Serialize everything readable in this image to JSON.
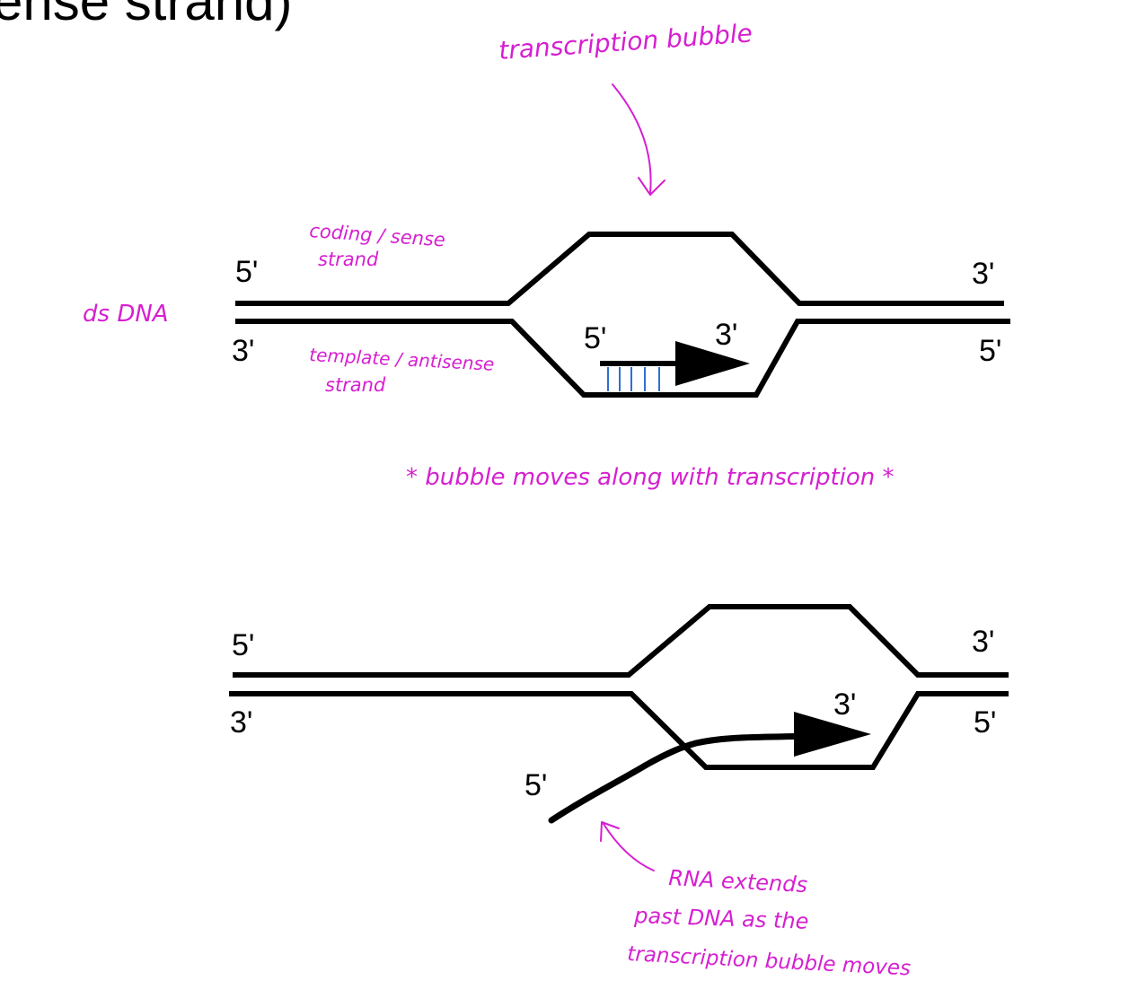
{
  "header": {
    "title_fragment": "ense strand)"
  },
  "annotations": {
    "transcription_bubble": "transcription bubble",
    "coding_strand_line1": "coding / sense",
    "coding_strand_line2": "strand",
    "dsdna": "ds DNA",
    "template_strand_line1": "template / antisense",
    "template_strand_line2": "strand",
    "bubble_moves": "* bubble moves along with transcription *",
    "rna_extends_line1": "RNA extends",
    "rna_extends_line2": "past DNA as the",
    "rna_extends_line3": "transcription bubble moves"
  },
  "diagram_top": {
    "top_left": "5'",
    "bottom_left": "3'",
    "top_right": "3'",
    "bottom_right": "5'",
    "rna_start": "5'",
    "rna_end": "3'"
  },
  "diagram_bottom": {
    "top_left": "5'",
    "bottom_left": "3'",
    "top_right": "3'",
    "bottom_right": "5'",
    "rna_start": "5'",
    "rna_end": "3'"
  },
  "colors": {
    "ink": "#d61fd0",
    "strand": "#000000",
    "base_pair": "#2f6fd1",
    "background": "#ffffff"
  }
}
